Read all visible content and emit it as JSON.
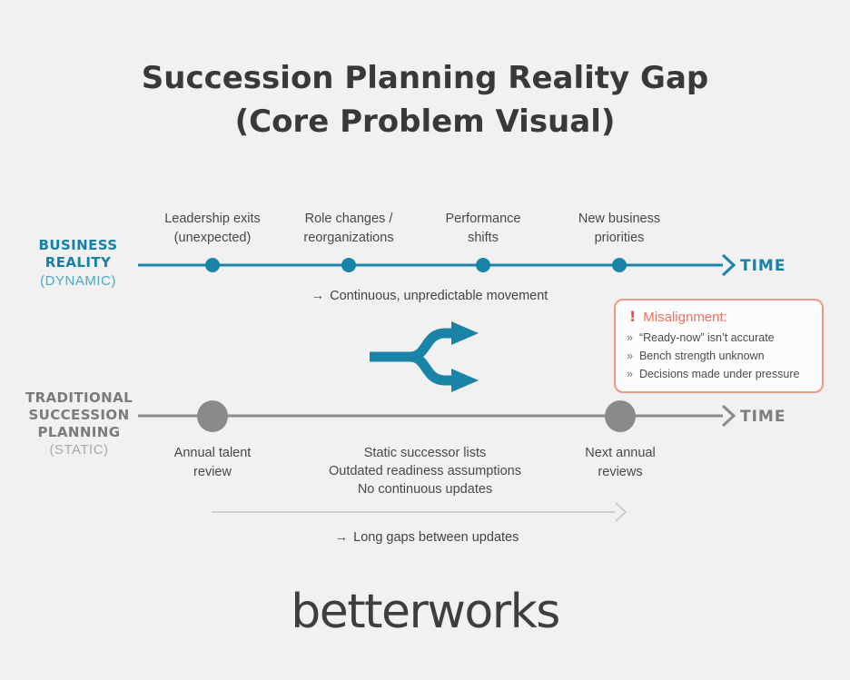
{
  "title": "Succession Planning Reality Gap\n(Core Problem Visual)",
  "business": {
    "label": "BUSINESS\nREALITY",
    "sublabel": "(DYNAMIC)",
    "time_label": "TIME",
    "events": [
      {
        "label": "Leadership exits\n(unexpected)"
      },
      {
        "label": "Role changes /\nreorganizations"
      },
      {
        "label": "Performance\nshifts"
      },
      {
        "label": "New business\npriorities"
      }
    ],
    "note_arrow": "→",
    "note": "Continuous, unpredictable movement"
  },
  "misalignment": {
    "icon_glyph": "!",
    "title": "Misalignment:",
    "bullet": "»",
    "items": [
      "“Ready-now” isn’t accurate",
      "Bench strength unknown",
      "Decisions made under pressure"
    ]
  },
  "traditional": {
    "label": "TRADITIONAL\nSUCCESSION\nPLANNING",
    "sublabel": "(STATIC)",
    "time_label": "TIME",
    "milestones": [
      {
        "label": "Annual talent\nreview"
      },
      {
        "label": "Next annual\nreviews"
      }
    ],
    "middle_note": "Static successor lists\nOutdated readiness assumptions\nNo continuous updates",
    "note_arrow": "→",
    "gap_note": "Long gaps between updates"
  },
  "branding": {
    "logo_text": "betterworks"
  },
  "colors": {
    "background": "#f1f1f2",
    "teal": "#1a84a8",
    "teal_light": "#4aa9c6",
    "gray_timeline": "#8a8a8c",
    "gray_label": "#7b7b7d",
    "gray_light": "#a9a9ab",
    "salmon_border": "#f29784",
    "red_accent": "#ed4f3c",
    "salmon_text": "#f4705e",
    "text_dark": "#39393b",
    "text_body": "#48484a"
  },
  "icons": {
    "branch": "fork-split-right-arrows",
    "timeline_end": "chevron-right",
    "alert": "exclamation-mark"
  }
}
